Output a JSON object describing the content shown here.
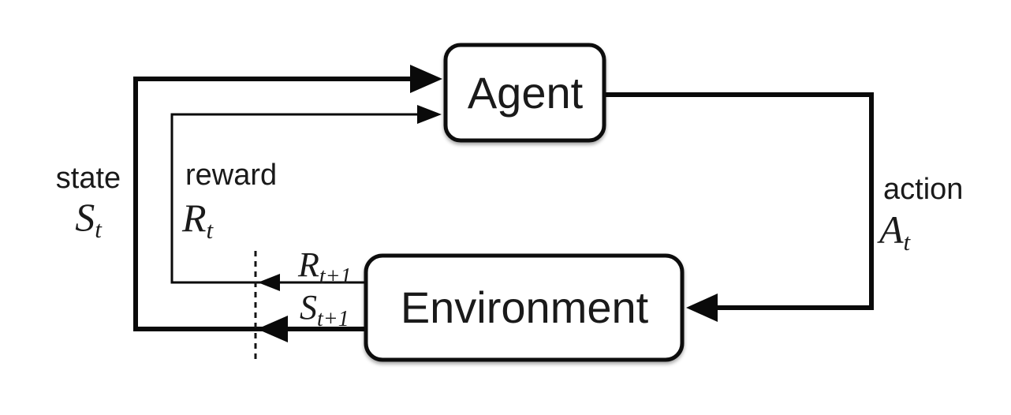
{
  "diagram": {
    "name": "agent-environment-interaction-loop",
    "nodes": {
      "agent": {
        "label": "Agent"
      },
      "environment": {
        "label": "Environment"
      }
    },
    "labels": {
      "state": {
        "word": "state",
        "symbol": "S",
        "subscript": "t"
      },
      "reward": {
        "word": "reward",
        "symbol": "R",
        "subscript": "t"
      },
      "action": {
        "word": "action",
        "symbol": "A",
        "subscript": "t"
      },
      "next_reward": {
        "symbol": "R",
        "subscript": "t+1"
      },
      "next_state": {
        "symbol": "S",
        "subscript": "t+1"
      }
    },
    "colors": {
      "line": "#0a0a0a",
      "box_fill": "#ffffff",
      "box_stroke": "#0a0a0a",
      "text": "#1a1a1a",
      "background": "#ffffff"
    }
  }
}
